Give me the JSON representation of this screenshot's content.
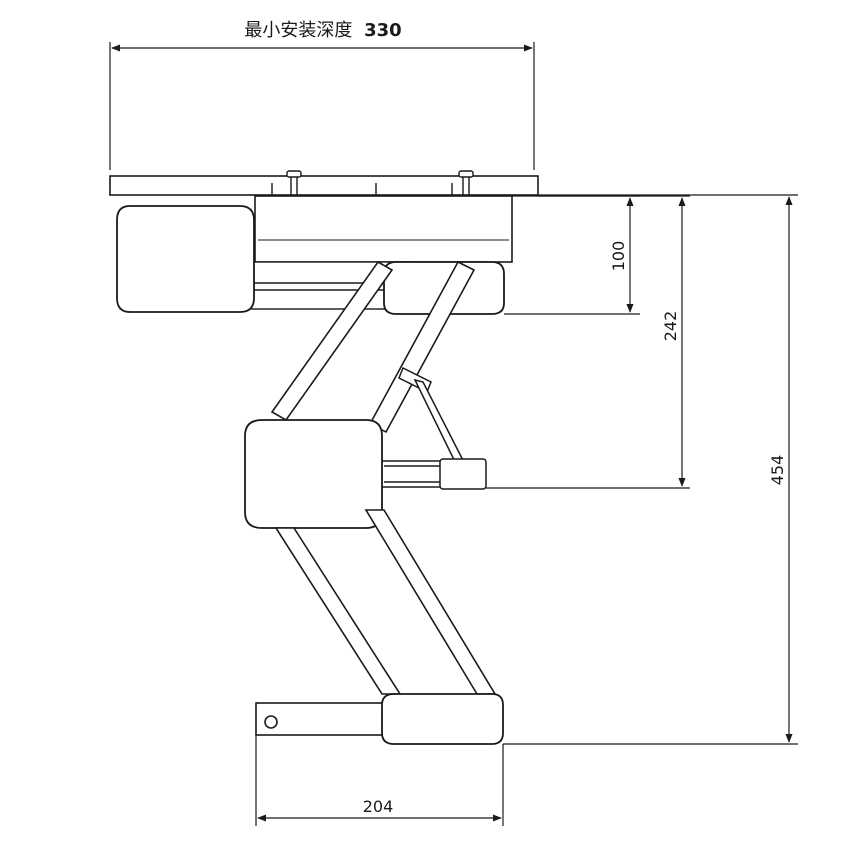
{
  "title": {
    "label": "最小安装深度",
    "value": "330"
  },
  "dimensions": {
    "upper_height": "100",
    "middle_height": "242",
    "total_height": "454",
    "base_width": "204"
  },
  "colors": {
    "line": "#1a1a1a",
    "background": "#ffffff"
  }
}
